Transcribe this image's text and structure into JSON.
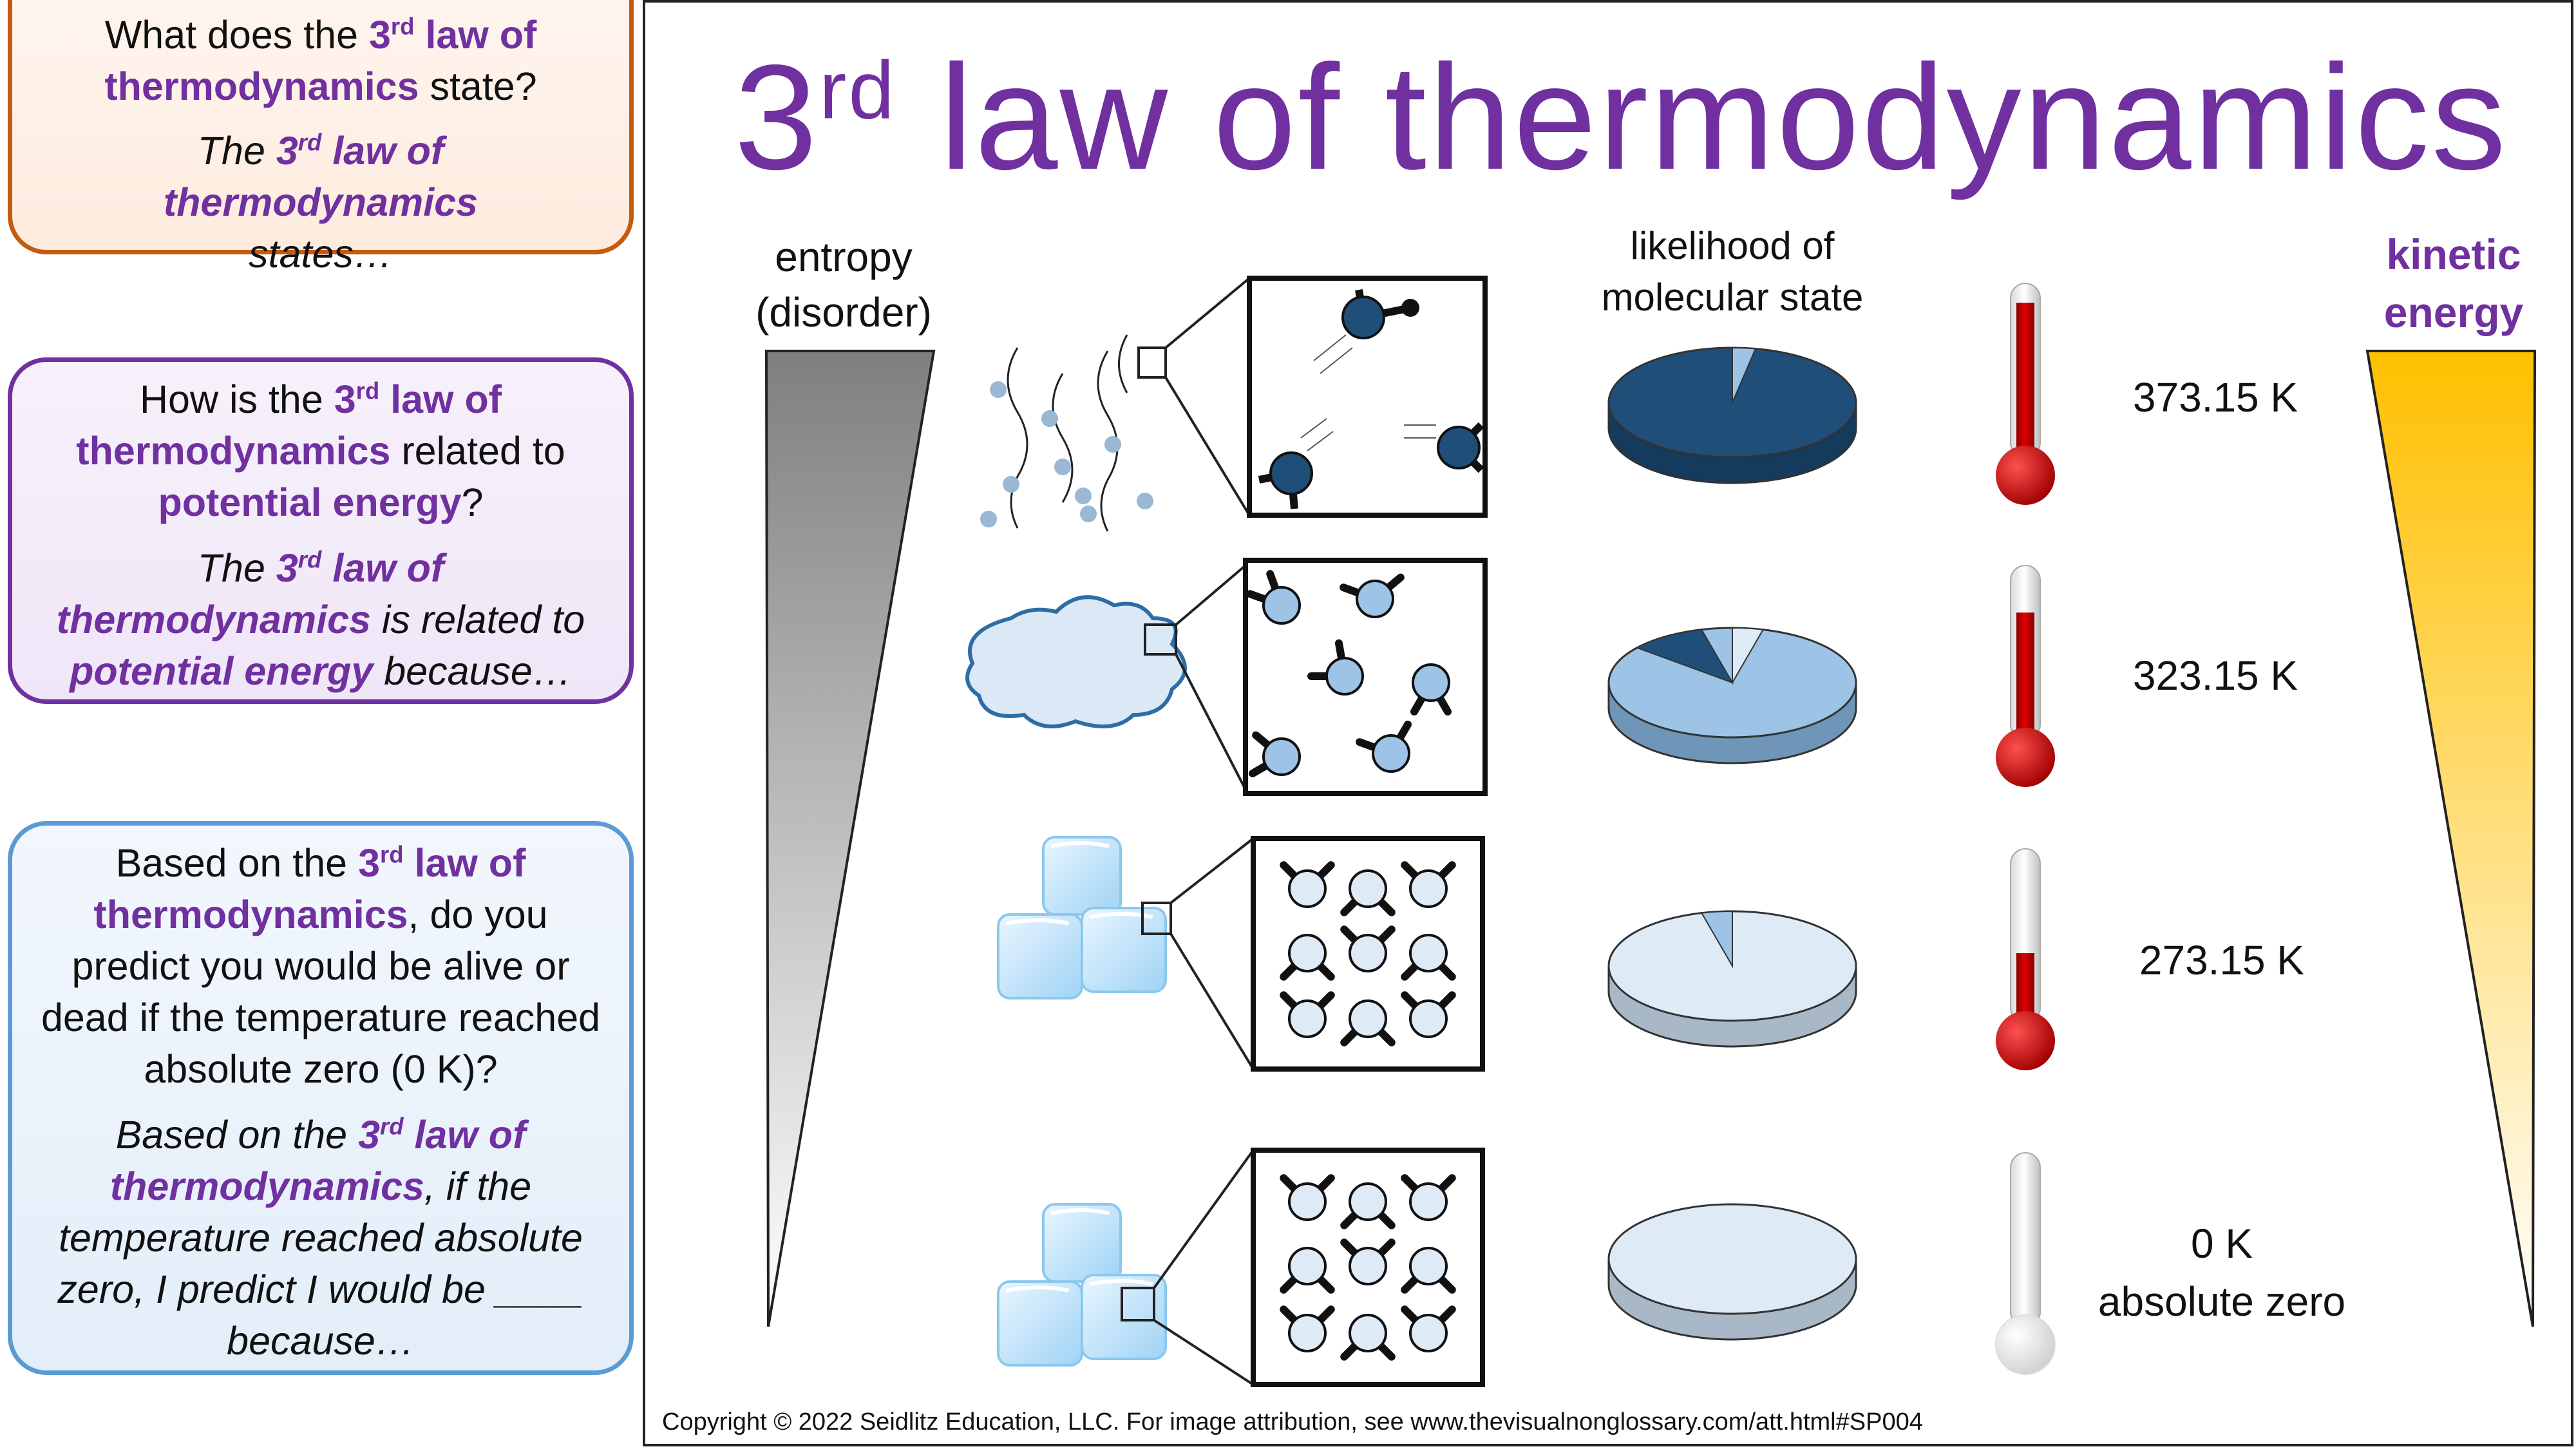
{
  "title": {
    "main": "3",
    "sup": "rd",
    "rest": " law of thermodynamics"
  },
  "cards": [
    {
      "question_parts": [
        "What does the ",
        "3",
        "rd",
        " law of thermodynamics",
        " state?"
      ],
      "answer_parts": [
        "The ",
        "3",
        "rd",
        " law of thermodynamics",
        " states…"
      ]
    },
    {
      "question_parts": [
        "How is the ",
        "3",
        "rd",
        " law of thermodynamics",
        " related to ",
        "potential energy",
        "?"
      ],
      "answer_parts": [
        "The ",
        "3",
        "rd",
        " law of thermodynamics",
        " is related to ",
        "potential energy",
        " because…"
      ]
    },
    {
      "question_parts": [
        "Based on the ",
        "3",
        "rd",
        " law of thermodynamics",
        ", do you predict you would be alive or dead if the temperature reached absolute zero (0 K)?"
      ],
      "answer_parts": [
        "Based on the ",
        "3",
        "rd",
        " law of thermodynamics",
        ", if the temperature reached absolute zero, I predict I would be ____ because…"
      ]
    }
  ],
  "labels": {
    "entropy_1": "entropy",
    "entropy_2": "(disorder)",
    "likelihood_1": "likelihood of",
    "likelihood_2": "molecular state",
    "kinetic_1": "kinetic",
    "kinetic_2": "energy"
  },
  "states": [
    {
      "temp": "373.15 K",
      "thermo_fill": 1.0,
      "pie_dark": 0.97
    },
    {
      "temp": "323.15 K",
      "thermo_fill": 0.82,
      "pie_dark": 0.1
    },
    {
      "temp": "273.15 K",
      "thermo_fill": 0.45,
      "pie_dark": 0.04
    },
    {
      "temp": "0 K",
      "temp_2": "absolute zero",
      "thermo_fill": 0.0,
      "pie_dark": 0.0
    }
  ],
  "colors": {
    "purple": "#7030a0",
    "orange": "#c55a11",
    "blue": "#5b9bd5",
    "dark_blue": "#1f4e79",
    "mid_blue": "#9dc3e6",
    "light_blue": "#deebf7",
    "red": "#c00000",
    "gold": "#ffc000"
  },
  "copyright": "Copyright © 2022 Seidlitz Education, LLC.  For image attribution, see www.thevisualnonglossary.com/att.html#SP004"
}
